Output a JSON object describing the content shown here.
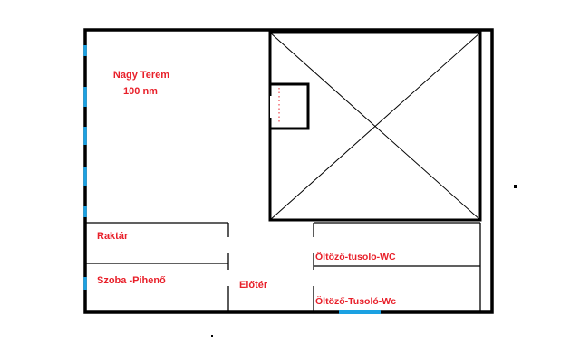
{
  "rooms": {
    "nagy_terem_name": "Nagy Terem",
    "nagy_terem_area": "100 nm",
    "raktar": "Raktár",
    "szoba_piheno": "Szoba -Pihenő",
    "eloter": "Előtér",
    "oltozo_1": "Öltöző-tusolo-WC",
    "oltozo_2": "Öltöző-Tusoló-Wc"
  },
  "colors": {
    "wall": "#000000",
    "label": "#e8202a",
    "window": "#1ba1e2"
  }
}
